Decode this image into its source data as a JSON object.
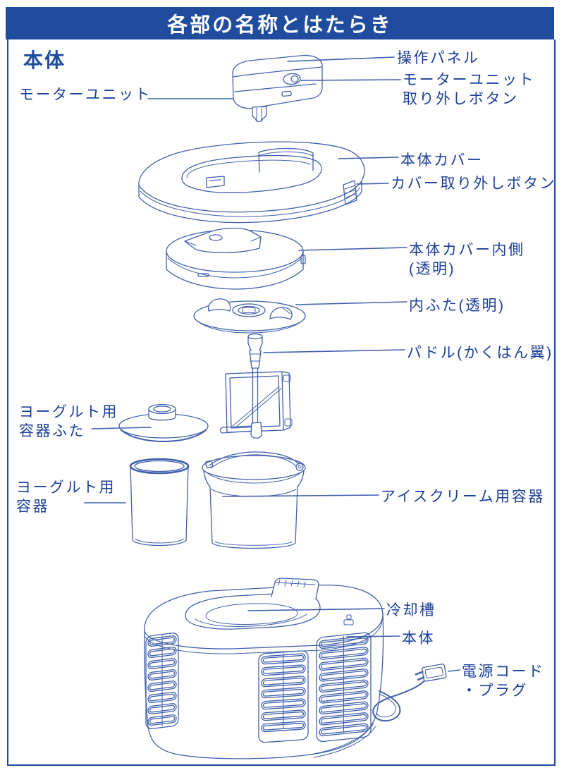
{
  "header": {
    "title": "各部の名称とはたらき"
  },
  "section_title": "本体",
  "callouts": [
    {
      "id": "operation-panel",
      "lines": [
        "操作パネル"
      ]
    },
    {
      "id": "motor-unit-release-button",
      "lines": [
        "モーターユニット",
        "取り外しボタン"
      ]
    },
    {
      "id": "motor-unit",
      "lines": [
        "モーターユニット"
      ]
    },
    {
      "id": "body-cover",
      "lines": [
        "本体カバー"
      ]
    },
    {
      "id": "cover-release-button",
      "lines": [
        "カバー取り外しボタン"
      ]
    },
    {
      "id": "body-cover-inner",
      "lines": [
        "本体カバー内側",
        "(透明)"
      ]
    },
    {
      "id": "inner-lid",
      "lines": [
        "内ふた(透明)"
      ]
    },
    {
      "id": "paddle",
      "lines": [
        "パドル(かくはん翼)"
      ]
    },
    {
      "id": "yogurt-container-lid",
      "lines": [
        "ヨーグルト用",
        "容器ふた"
      ]
    },
    {
      "id": "yogurt-container",
      "lines": [
        "ヨーグルト用",
        "容器"
      ]
    },
    {
      "id": "ice-cream-container",
      "lines": [
        "アイスクリーム用容器"
      ]
    },
    {
      "id": "cooling-tank",
      "lines": [
        "冷却槽"
      ]
    },
    {
      "id": "main-body",
      "lines": [
        "本体"
      ]
    },
    {
      "id": "power-cord-plug",
      "lines": [
        "電源コード",
        "・プラグ"
      ]
    }
  ],
  "colors": {
    "header_bg": "#204c9e",
    "label_text": "#1c3f9a",
    "line_art": "#4160ac",
    "page_bg": "#ffffff"
  }
}
